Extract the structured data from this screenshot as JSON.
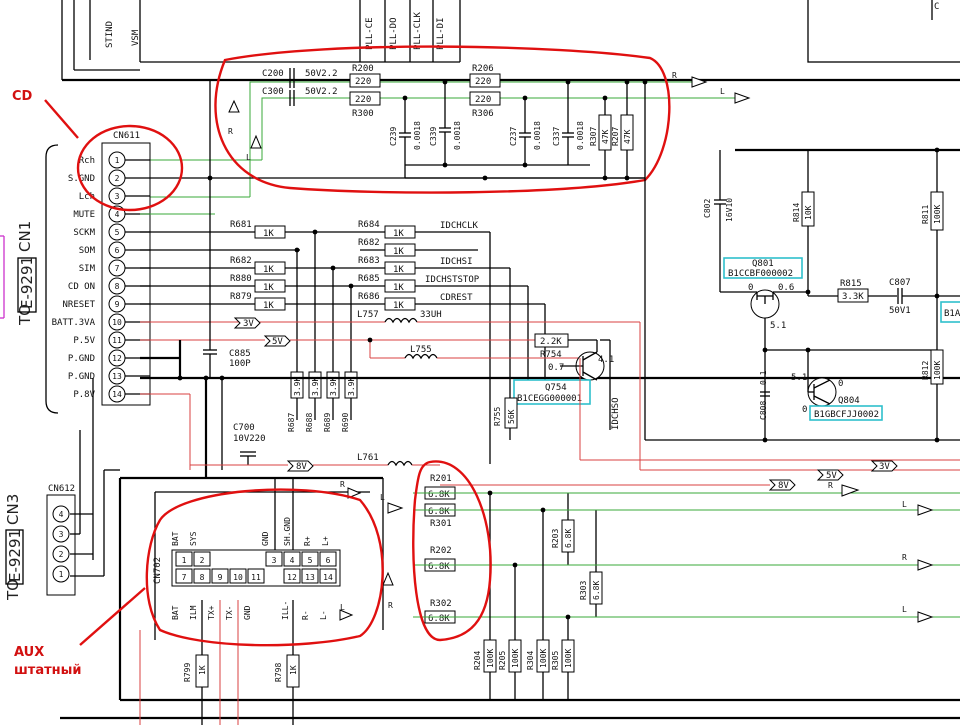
{
  "annotations": {
    "cd": "CD",
    "aux1": "AUX",
    "aux2": "штатный"
  },
  "top_signals": [
    "STIND",
    "VSM",
    "PLL-CE",
    "PLL-DO",
    "PLL-CLK",
    "PLL-DI"
  ],
  "cn611": {
    "name": "CN611",
    "to": "TO",
    "ref": "E-9291",
    "cn": "CN1",
    "pins": [
      {
        "n": "1",
        "label": "Rch"
      },
      {
        "n": "2",
        "label": "S.GND"
      },
      {
        "n": "3",
        "label": "Lch"
      },
      {
        "n": "4",
        "label": "MUTE"
      },
      {
        "n": "5",
        "label": "SCKM"
      },
      {
        "n": "6",
        "label": "SOM"
      },
      {
        "n": "7",
        "label": "SIM"
      },
      {
        "n": "8",
        "label": "CD ON"
      },
      {
        "n": "9",
        "label": "NRESET"
      },
      {
        "n": "10",
        "label": "BATT.3VA"
      },
      {
        "n": "11",
        "label": "P.5V"
      },
      {
        "n": "12",
        "label": "P.GND"
      },
      {
        "n": "13",
        "label": "P.GND"
      },
      {
        "n": "14",
        "label": "P.8V"
      }
    ]
  },
  "cn612": {
    "name": "CN612",
    "to": "TO",
    "ref": "E-9291",
    "cn": "CN3",
    "pins": [
      "4",
      "3",
      "2",
      "1"
    ]
  },
  "cn702": {
    "name": "CN702",
    "top_labels": [
      "BAT",
      "SYS",
      "GND",
      "SH.GND",
      "R+",
      "L+"
    ],
    "bottom_labels": [
      "BAT",
      "ILM",
      "TX+",
      "TX-",
      "GND",
      "ILL-",
      "R-",
      "L-"
    ],
    "row1": [
      "1",
      "2",
      "3",
      "4",
      "5",
      "6"
    ],
    "row2": [
      "7",
      "8",
      "9",
      "10",
      "11",
      "12",
      "13",
      "14"
    ]
  },
  "cd_filter": {
    "c200": "C200",
    "c300": "C300",
    "c_val": "50V2.2",
    "r200": "R200",
    "r300": "R300",
    "r206": "R206",
    "r306": "R306",
    "r_val": "220",
    "caps": [
      {
        "ref": "C239",
        "v": "0.0018"
      },
      {
        "ref": "C339",
        "v": "0.0018"
      },
      {
        "ref": "C237",
        "v": "0.0018"
      },
      {
        "ref": "C337",
        "v": "0.0018"
      }
    ],
    "res": [
      {
        "ref": "R307",
        "v": "47K"
      },
      {
        "ref": "R207",
        "v": "47K"
      }
    ],
    "r": "R",
    "l": "L"
  },
  "resistors_1k": [
    {
      "ref": "R681",
      "v": "1K"
    },
    {
      "ref": "R682",
      "v": "1K"
    },
    {
      "ref": "R880",
      "v": "1K"
    },
    {
      "ref": "R879",
      "v": "1K"
    },
    {
      "ref": "R684",
      "v": "1K"
    },
    {
      "ref": "R682",
      "v": "1K"
    },
    {
      "ref": "R683",
      "v": "1K"
    },
    {
      "ref": "R685",
      "v": "1K"
    },
    {
      "ref": "R686",
      "v": "1K"
    }
  ],
  "signals": [
    "IDCHCLK",
    "IDCHSI",
    "IDCHSTSTOP",
    "CDREST",
    "IDCHSO"
  ],
  "l757": {
    "ref": "L757",
    "v": "33UH"
  },
  "pull_res": [
    {
      "ref": "R687",
      "v": "3.9K"
    },
    {
      "ref": "R688",
      "v": "3.9K"
    },
    {
      "ref": "R689",
      "v": "3.9K"
    },
    {
      "ref": "R690",
      "v": "3.9K"
    }
  ],
  "v_tags": {
    "v3": "3V",
    "v5": "5V",
    "v8": "8V"
  },
  "c885": {
    "ref": "C885",
    "v": "100P"
  },
  "c700": {
    "ref": "C700",
    "v": "10V220"
  },
  "l755": "L755",
  "l761": "L761",
  "r754": {
    "ref": "R754",
    "v": "2.2K"
  },
  "q754": {
    "ref": "Q754",
    "part": "B1CEGG000001",
    "v1": "4.1",
    "v2": "0.7"
  },
  "r755": {
    "ref": "R755",
    "v": "56K"
  },
  "aux_res": [
    {
      "ref": "R201",
      "v": "6.8K"
    },
    {
      "ref": "R301",
      "v": "6.8K"
    },
    {
      "ref": "R202",
      "v": "6.8K"
    },
    {
      "ref": "R302",
      "v": "6.8K"
    },
    {
      "ref": "R203",
      "v": "6.8K"
    },
    {
      "ref": "R303",
      "v": "6.8K"
    }
  ],
  "bot_res": [
    {
      "ref": "R204",
      "v": "100K"
    },
    {
      "ref": "R205",
      "v": "100K"
    },
    {
      "ref": "R304",
      "v": "100K"
    },
    {
      "ref": "R305",
      "v": "100K"
    }
  ],
  "r799": {
    "ref": "R799",
    "v": "1K"
  },
  "r798": {
    "ref": "R798",
    "v": "1K"
  },
  "right": {
    "c802": {
      "ref": "C802",
      "v": "16V10"
    },
    "r814": {
      "ref": "R814",
      "v": "10K"
    },
    "r811": {
      "ref": "R811",
      "v": "100K"
    },
    "q801": {
      "ref": "Q801",
      "part": "B1CCBF000002",
      "v1": "0",
      "v2": "0.6",
      "v3": "5.1"
    },
    "r815": {
      "ref": "R815",
      "v": "3.3K"
    },
    "c807": {
      "ref": "C807",
      "v": "50V1"
    },
    "c808": {
      "ref": "C808",
      "v": "0.1"
    },
    "r812": {
      "ref": "R812",
      "v": "100K"
    },
    "q804": {
      "ref": "Q804",
      "part": "B1GBCFJJ0002",
      "v1": "5.1",
      "v2": "0",
      "v3": "0"
    },
    "b1a": "B1A",
    "c_top": "C"
  }
}
